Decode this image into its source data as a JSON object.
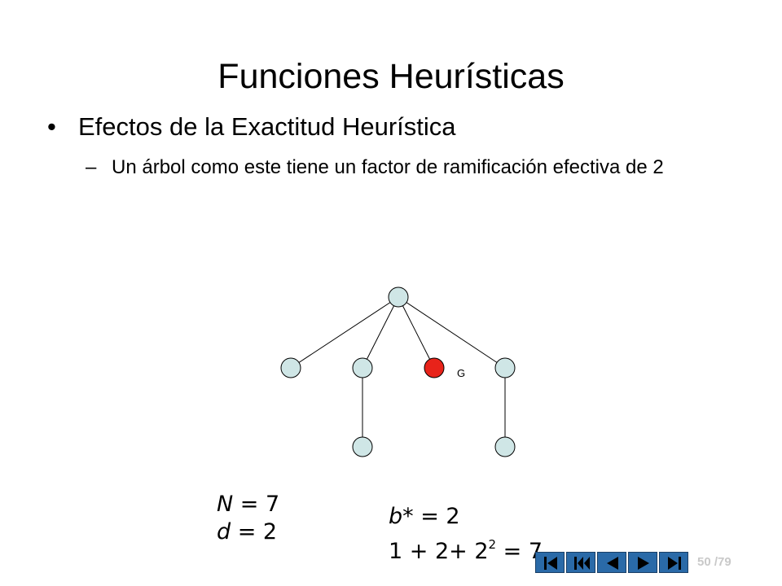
{
  "slide": {
    "title": "Funciones Heurísticas",
    "bullet": {
      "marker": "•",
      "text": "Efectos de la Exactitud Heurística"
    },
    "sub_bullet": {
      "marker": "–",
      "text": "Un árbol como este tiene un factor de ramificación efectiva de 2"
    }
  },
  "tree": {
    "goal_label": "G",
    "colors": {
      "node": "#cfe6e6",
      "goal": "#e8231a",
      "edge": "#000000"
    }
  },
  "formulas": {
    "n_var": "N",
    "n_rest": " = 7",
    "d_var": "d",
    "d_rest": " = 2",
    "b_var": "b*",
    "b_rest": " = 2",
    "sum_text": "1 + 2+ 2",
    "sum_exp": "2",
    "sum_rest": " = 7"
  },
  "navigation": {
    "buttons": [
      "first-icon",
      "back-icon",
      "previous-icon",
      "next-icon",
      "last-icon"
    ],
    "page": "50 /79",
    "color": "#2a6aa8"
  }
}
